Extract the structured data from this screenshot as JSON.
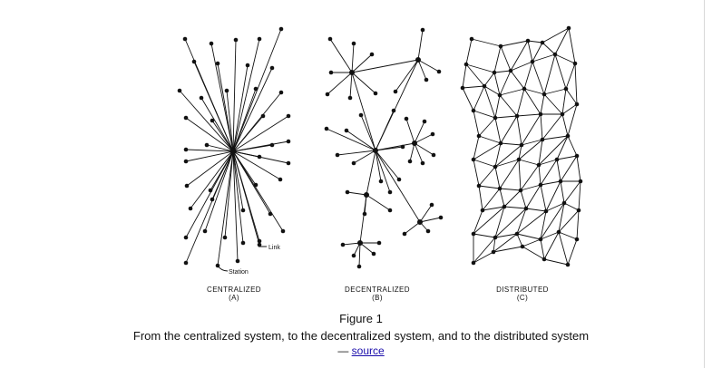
{
  "diagrams": [
    {
      "id": "centralized",
      "label_line1": "CENTRALIZED",
      "label_line2": "(A)",
      "annotations": {
        "link": "Link",
        "station": "Station"
      }
    },
    {
      "id": "decentralized",
      "label_line1": "DECENTRALIZED",
      "label_line2": "(B)"
    },
    {
      "id": "distributed",
      "label_line1": "DISTRIBUTED",
      "label_line2": "(C)"
    }
  ],
  "figure_title": "Figure 1",
  "caption": "From the centralized system, to the decentralized system, and to the distributed system",
  "source_prefix": "— ",
  "source_link": "source",
  "colors": {
    "ink": "#111111",
    "link": "#1a0dab",
    "background": "#ffffff"
  }
}
